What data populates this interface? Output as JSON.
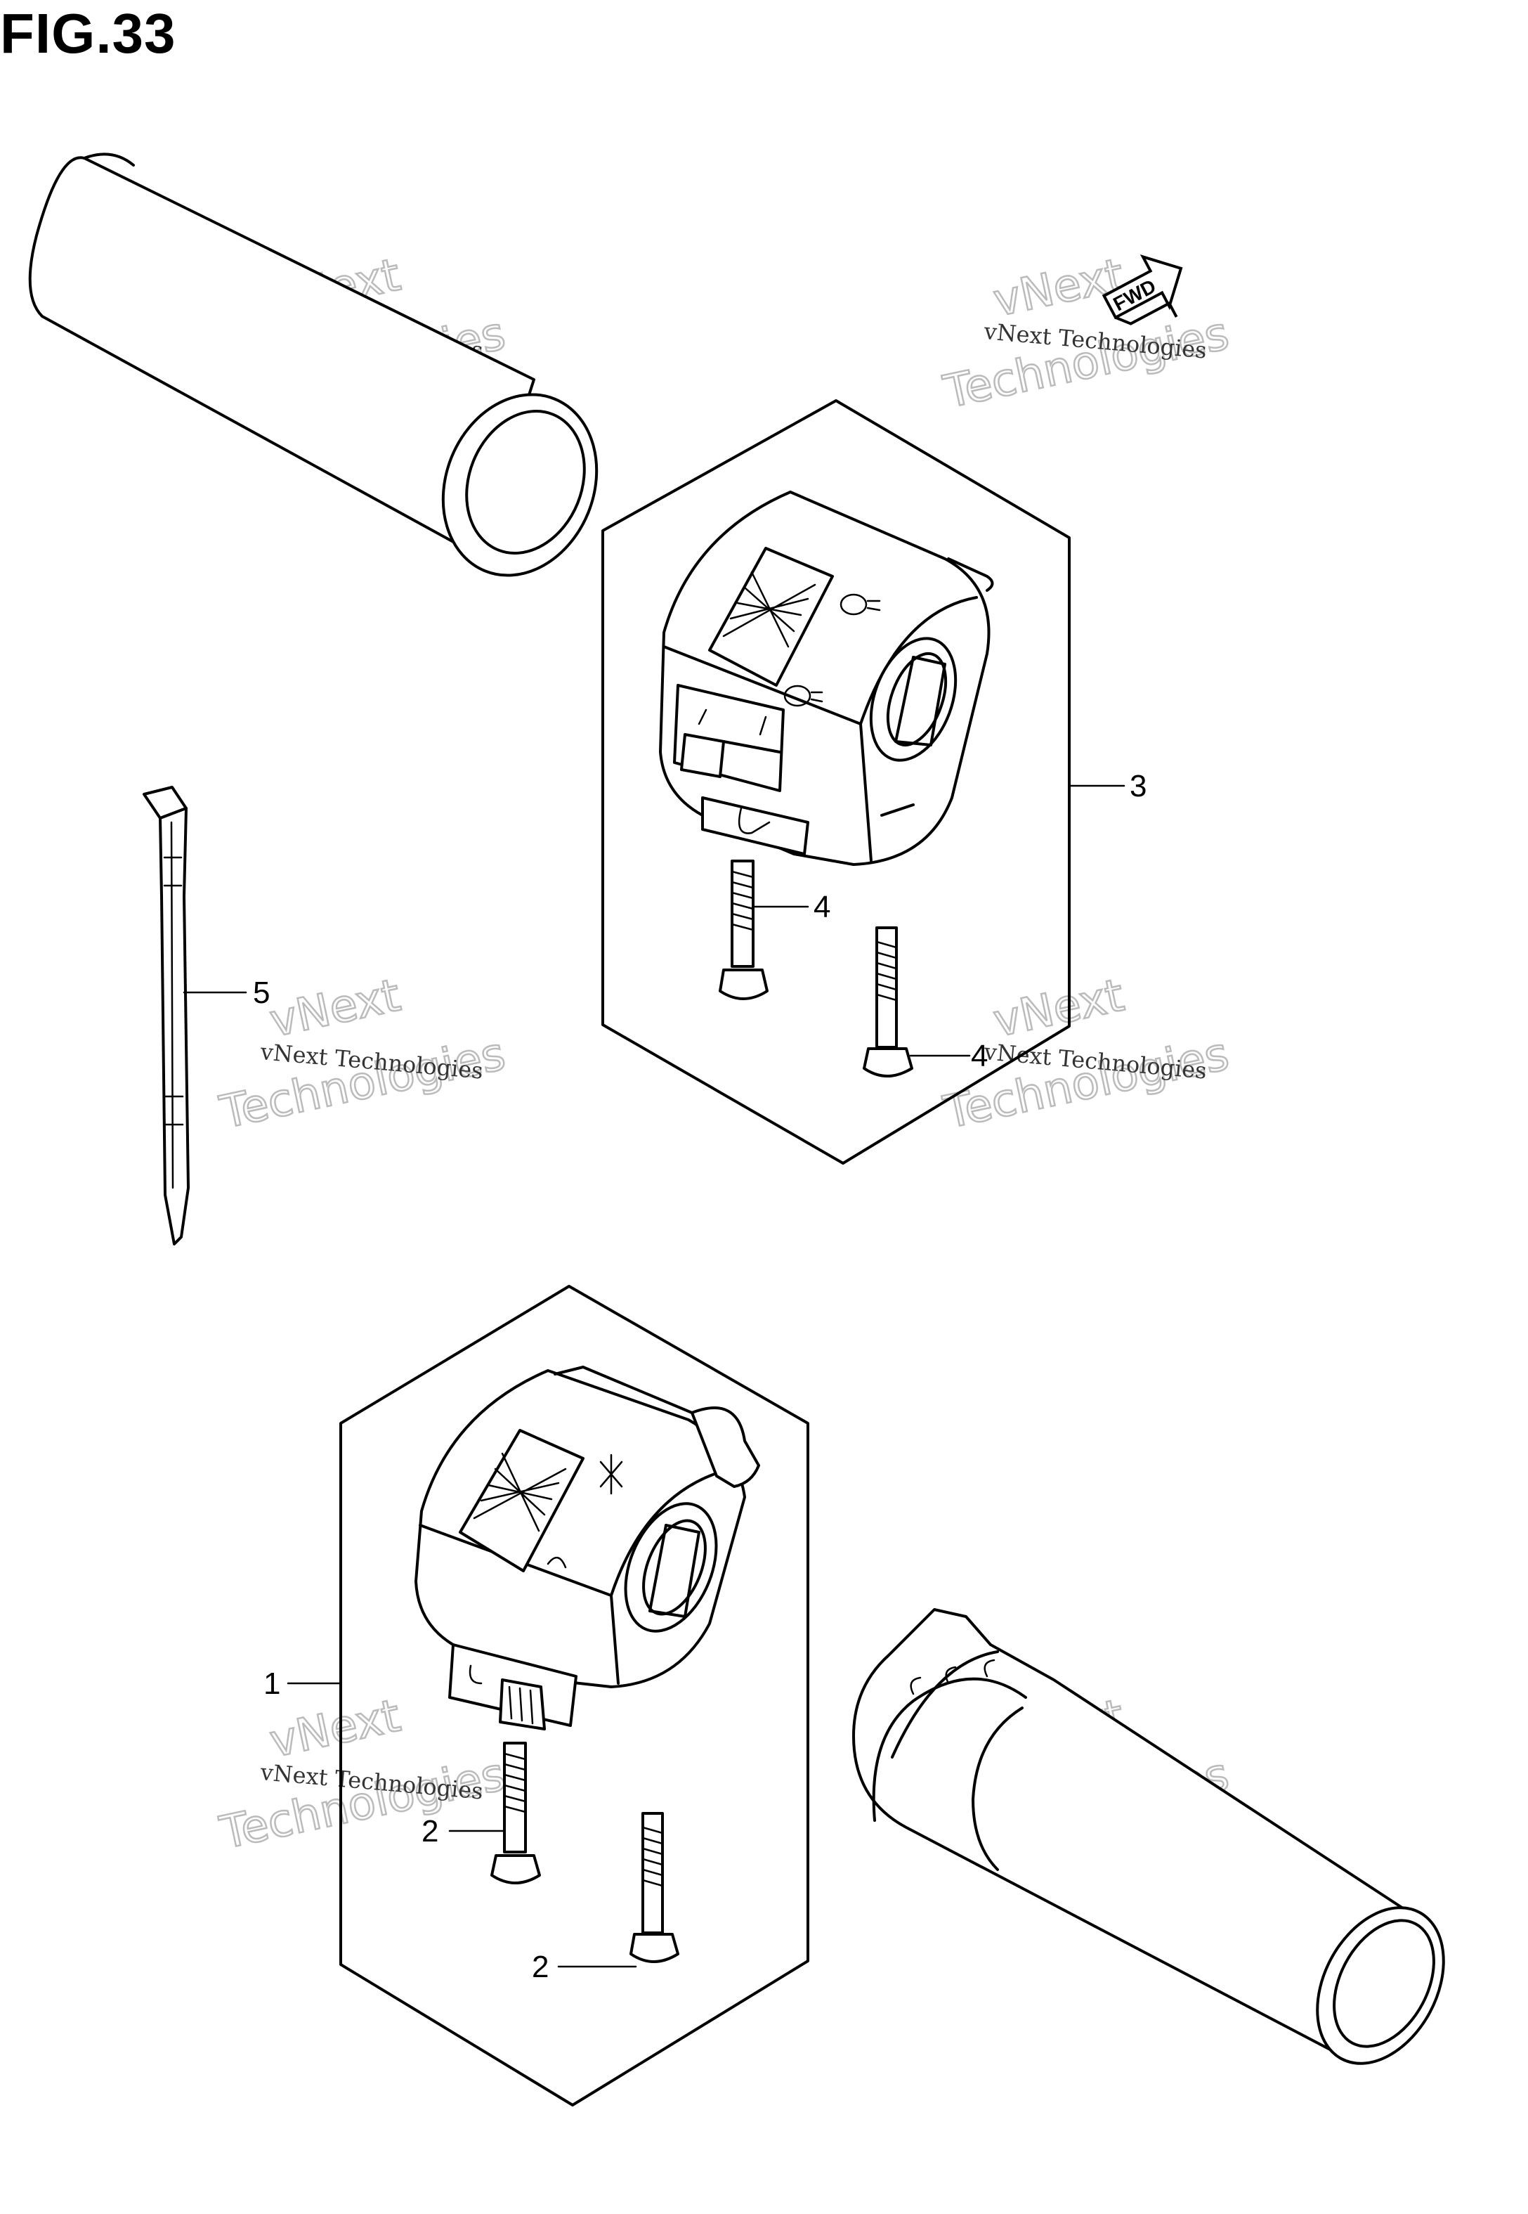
{
  "figure": {
    "title": "FIG.33"
  },
  "watermark": {
    "line1": "vNext",
    "line2": "vNext Technologies",
    "line3": "Technologies"
  },
  "fwd_label": "FWD",
  "callouts": [
    {
      "id": "c1",
      "label": "1"
    },
    {
      "id": "c2a",
      "label": "2"
    },
    {
      "id": "c2b",
      "label": "2"
    },
    {
      "id": "c3",
      "label": "3"
    },
    {
      "id": "c4a",
      "label": "4"
    },
    {
      "id": "c4b",
      "label": "4"
    },
    {
      "id": "c5",
      "label": "5"
    }
  ]
}
